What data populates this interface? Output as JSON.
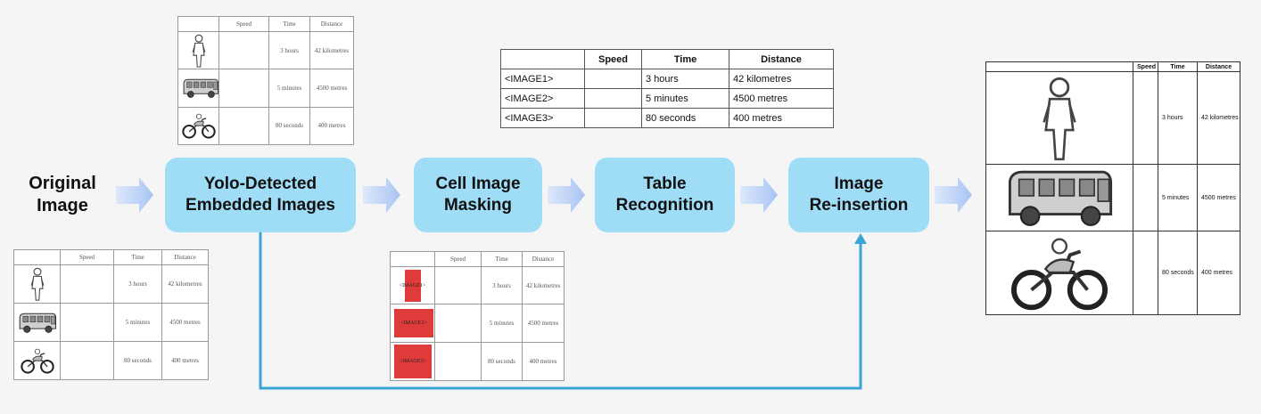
{
  "stages": {
    "original": {
      "line1": "Original",
      "line2": "Image"
    },
    "yolo": {
      "line1": "Yolo-Detected",
      "line2": "Embedded Images"
    },
    "masking": {
      "line1": "Cell Image",
      "line2": "Masking"
    },
    "recognition": {
      "line1": "Table",
      "line2": "Recognition"
    },
    "reinsertion": {
      "line1": "Image",
      "line2": "Re-insertion"
    }
  },
  "table": {
    "headers": [
      "",
      "Speed",
      "Time",
      "Distance"
    ],
    "rows": [
      {
        "time": "3 hours",
        "distance": "42 kilometres"
      },
      {
        "time": "5 minutes",
        "distance": "4500 metres"
      },
      {
        "time": "80 seconds",
        "distance": "400 metres"
      }
    ]
  },
  "recognized": {
    "headers": [
      "",
      "Speed",
      "Time",
      "Distance"
    ],
    "rows": [
      {
        "image": "<IMAGE1>",
        "speed": "",
        "time": "3 hours",
        "distance": "42 kilometres"
      },
      {
        "image": "<IMAGE2>",
        "speed": "",
        "time": "5 minutes",
        "distance": "4500 metres"
      },
      {
        "image": "<IMAGE3>",
        "speed": "",
        "time": "80 seconds",
        "distance": "400 metres"
      }
    ]
  },
  "masks": [
    "<IMAGE1>",
    "<IMAGE2>",
    "<IMAGE3>"
  ],
  "icons": [
    "person-icon",
    "bus-icon",
    "motorbike-icon"
  ],
  "colors": {
    "stage_fill": "#9fdcf6",
    "arrow": "#b8cff5",
    "connector": "#3aa6d8",
    "mask": "#e03b3b"
  }
}
